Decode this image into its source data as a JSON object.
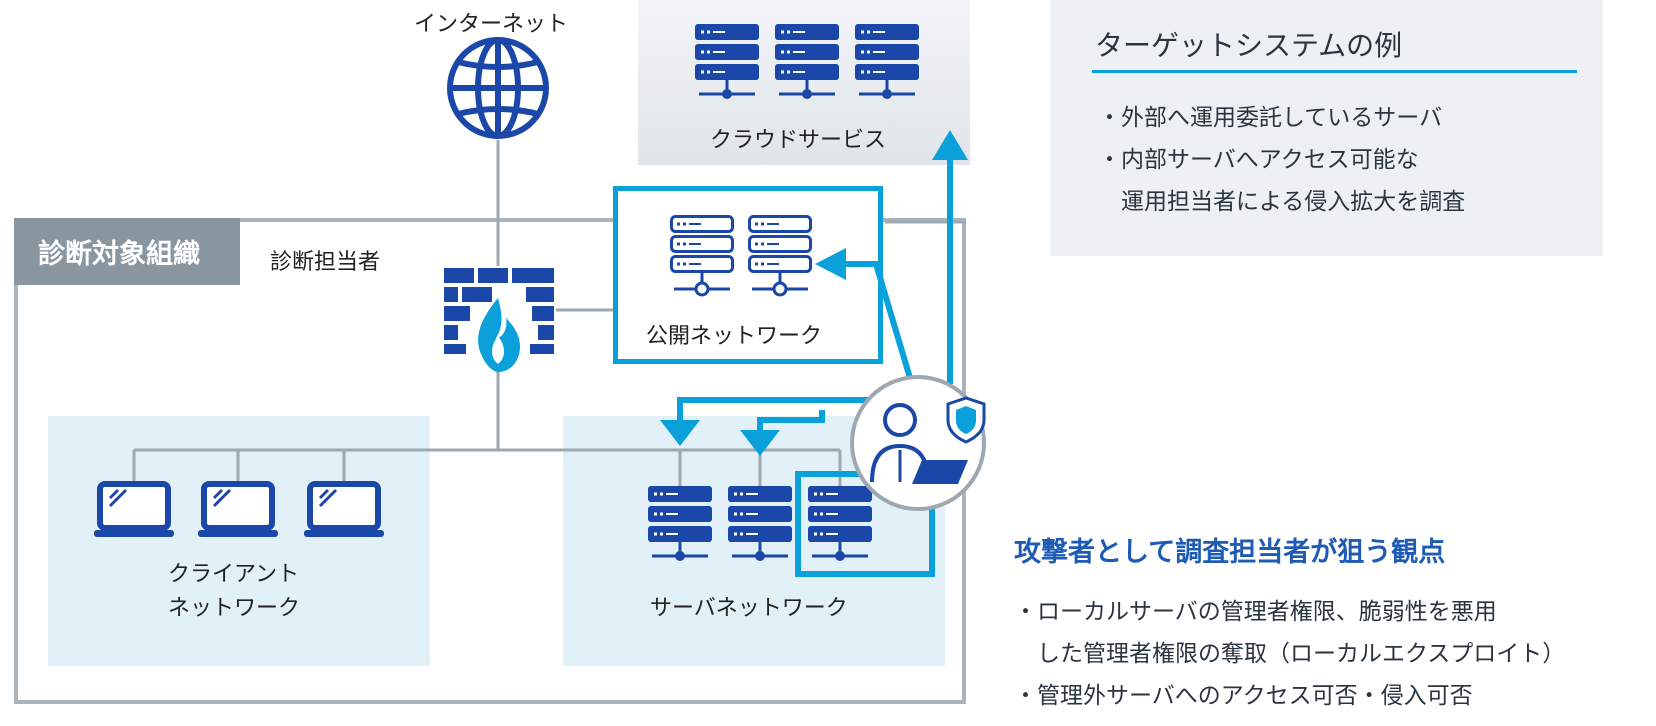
{
  "diagram": {
    "internet_label": "インターネット",
    "cloud_label": "クラウドサービス",
    "org_tag": "診断対象組織",
    "tester_label": "診断担当者",
    "public_network_label": "公開ネットワーク",
    "client_network_label_1": "クライアント",
    "client_network_label_2": "ネットワーク",
    "server_network_label": "サーバネットワーク"
  },
  "target_panel": {
    "title": "ターゲットシステムの例",
    "items": [
      "・外部へ運用委託しているサーバ",
      "・内部サーバへアクセス可能な",
      "　運用担当者による侵入拡大を調査"
    ]
  },
  "attack_panel": {
    "title": "攻撃者として調査担当者が狙う観点",
    "items": [
      "・ローカルサーバの管理者権限、脆弱性を悪用",
      "　した管理者権限の奪取（ローカルエクスプロイト）",
      "・管理外サーバへのアクセス可否・侵入可否"
    ]
  },
  "colors": {
    "navy": "#1a47a8",
    "cyan": "#0aa0d9",
    "line_gray": "#9ea8b0",
    "org_gray": "#8a969f",
    "light_blue": "#e2f1f7"
  },
  "icons": [
    "globe-icon",
    "server-icon",
    "firewall-icon",
    "laptop-icon",
    "person-icon",
    "shield-icon"
  ]
}
